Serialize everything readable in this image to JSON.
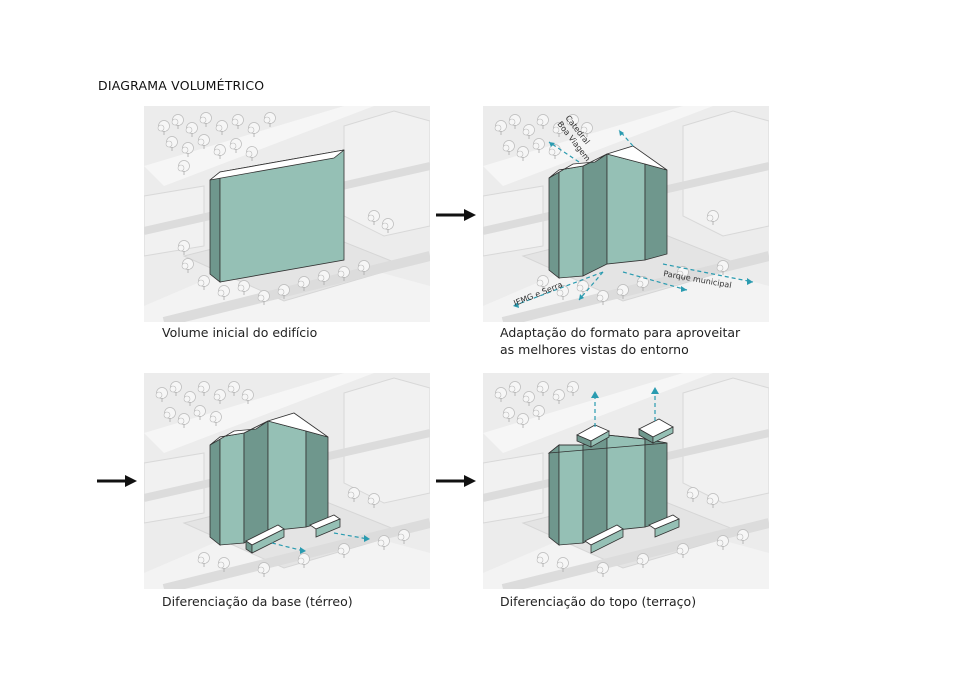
{
  "title": "DIAGRAMA VOLUMÉTRICO",
  "panels": [
    {
      "caption": "Volume inicial do edifício"
    },
    {
      "caption_line1": "Adaptação do formato para aproveitar",
      "caption_line2": "as melhores vistas do entorno",
      "labels": {
        "catedral": "Catedral",
        "boa_viagem": "Boa Viagem",
        "iemg": "IEMG e Serra",
        "parque": "Parque municipal"
      }
    },
    {
      "caption": "Diferenciação da base (térreo)"
    },
    {
      "caption": "Diferenciação do topo (terraço)"
    }
  ],
  "colors": {
    "building_front": "#95c0b5",
    "building_side": "#6f978d",
    "roof": "#ffffff",
    "view_arrow": "#2a9bb0",
    "panel_bg": "#ececec",
    "flow_arrow": "#111111"
  },
  "icons": [
    "tree-icon",
    "arrow-right-icon",
    "dashed-view-arrow-icon"
  ]
}
